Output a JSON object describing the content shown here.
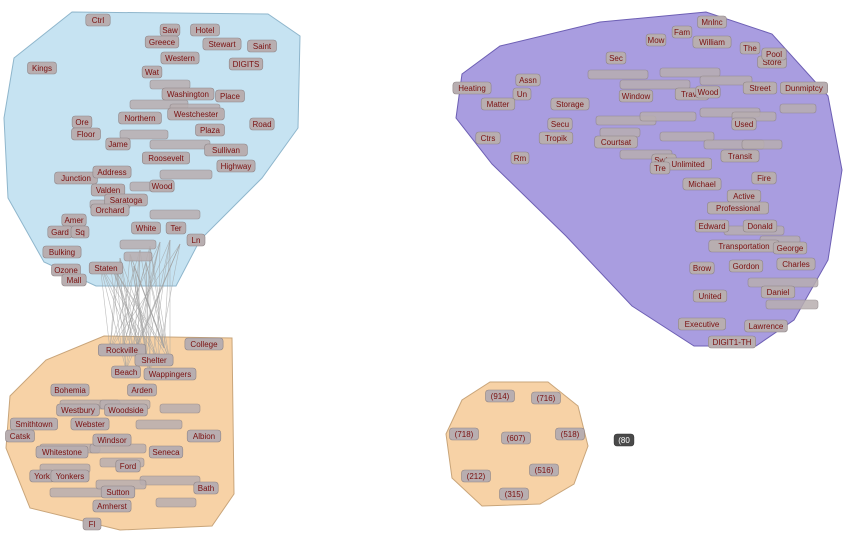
{
  "colors": {
    "cluster_blue": "#c6e3f2",
    "cluster_purple": "#a99de0",
    "cluster_orange": "#f7d2a6",
    "node_fill": "#b8aeb0",
    "node_text": "#7a1010",
    "edge": "#a0a0a0",
    "dark_node": "#4a4a4a"
  },
  "clusters": [
    {
      "id": "blue",
      "nodes": [
        "Ctrl",
        "Saw",
        "Hotel",
        "Greece",
        "Stewart",
        "Saint",
        "Kings",
        "Western",
        "DIGITS",
        "Wat",
        "Washington",
        "Place",
        "Northern",
        "Westchester",
        "Ore",
        "Floor",
        "Plaza",
        "Road",
        "Jame",
        "Roosevelt",
        "Sullivan",
        "Highway",
        "Junction",
        "Address",
        "Valden",
        "Wood",
        "Saratoga",
        "Orchard",
        "Amer",
        "Gard",
        "Sq",
        "White",
        "Ter",
        "Ln",
        "Bulking",
        "Staten",
        "Ozone",
        "Mall"
      ]
    },
    {
      "id": "purple",
      "nodes": [
        "Mnlnc",
        "Fam",
        "Mow",
        "William",
        "Sec",
        "Store",
        "Pool",
        "The",
        "Heating",
        "Assn",
        "Un",
        "Street",
        "Dunmiptcy",
        "Matter",
        "Storage",
        "Window",
        "Travel",
        "Wood",
        "Ctrs",
        "Tropik",
        "Courtsat",
        "Secu",
        "Used",
        "Rm",
        "Swim",
        "Unlimited",
        "Transit",
        "Fire",
        "Tre",
        "Michael",
        "Active",
        "Professional",
        "Edward",
        "Donald",
        "Transportation",
        "George",
        "Brow",
        "Gordon",
        "Charles",
        "United",
        "Daniel",
        "Executive",
        "Lawrence",
        "DIGIT1-TH"
      ]
    },
    {
      "id": "orange",
      "nodes": [
        "College",
        "Rockville",
        "Shelter",
        "Beach",
        "Wappingers",
        "Bohemia",
        "Arden",
        "Westbury",
        "Woodside",
        "Smithtown",
        "Webster",
        "Catsk",
        "Windsor",
        "Albion",
        "Whitestone",
        "Seneca",
        "Ford",
        "York",
        "Yonkers",
        "Sutton",
        "Bath",
        "Amherst",
        "Fl"
      ]
    },
    {
      "id": "area-codes",
      "nodes": [
        "(914)",
        "(716)",
        "(718)",
        "(607)",
        "(518)",
        "(212)",
        "(516)",
        "(315)"
      ]
    }
  ],
  "isolated_node": "(80"
}
